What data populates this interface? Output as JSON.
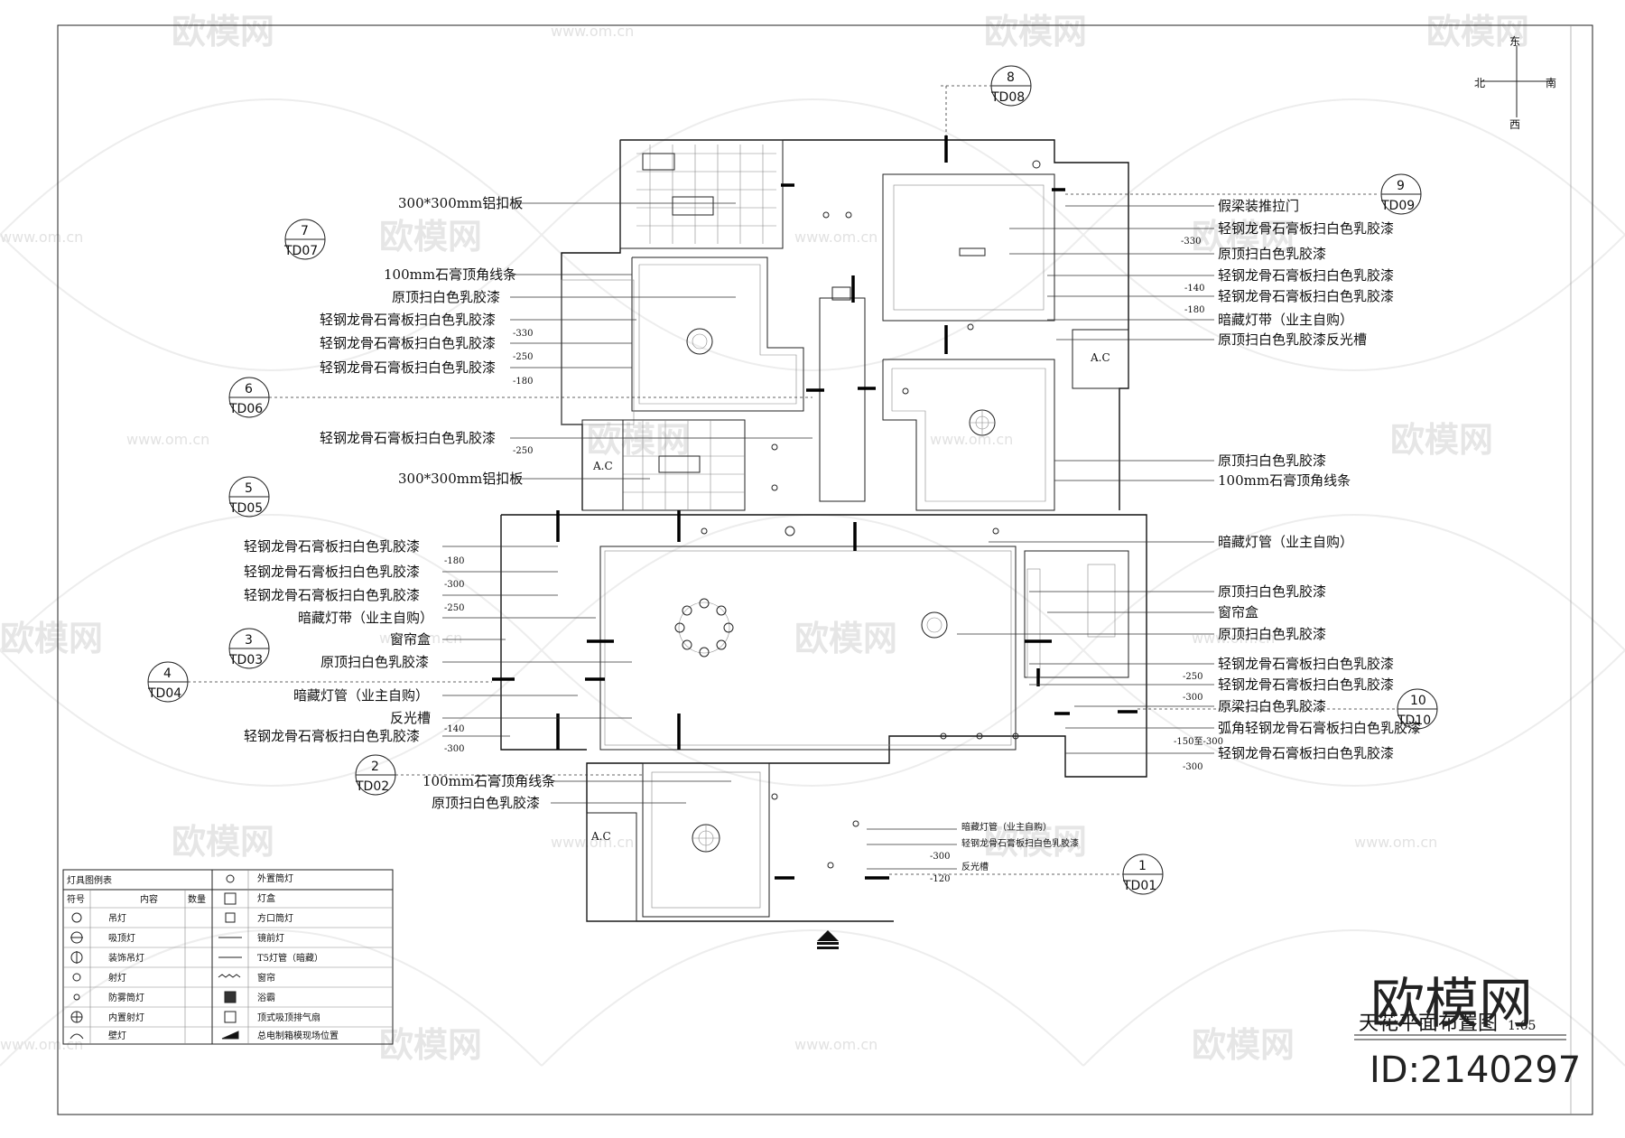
{
  "watermark": {
    "brand": "欧模网",
    "site": "www.om.cn"
  },
  "compass": {
    "north": "北",
    "south": "南",
    "east": "东",
    "west": "西"
  },
  "room_tags": {
    "ac_a": "A.C",
    "ac_b": "A.C",
    "ac_c": "A.C"
  },
  "section_markers": [
    {
      "num": "1",
      "code": "TD01"
    },
    {
      "num": "2",
      "code": "TD02"
    },
    {
      "num": "3",
      "code": "TD03"
    },
    {
      "num": "4",
      "code": "TD04"
    },
    {
      "num": "5",
      "code": "TD05"
    },
    {
      "num": "6",
      "code": "TD06"
    },
    {
      "num": "7",
      "code": "TD07"
    },
    {
      "num": "8",
      "code": "TD08"
    },
    {
      "num": "9",
      "code": "TD09"
    },
    {
      "num": "10",
      "code": "TD10"
    }
  ],
  "left_labels": [
    "300*300mm铝扣板",
    "100mm石膏顶角线条",
    "原顶扫白色乳胶漆",
    "轻钢龙骨石膏板扫白色乳胶漆",
    "轻钢龙骨石膏板扫白色乳胶漆",
    "轻钢龙骨石膏板扫白色乳胶漆",
    "轻钢龙骨石膏板扫白色乳胶漆",
    "300*300mm铝扣板",
    "轻钢龙骨石膏板扫白色乳胶漆",
    "轻钢龙骨石膏板扫白色乳胶漆",
    "轻钢龙骨石膏板扫白色乳胶漆",
    "暗藏灯带（业主自购）",
    "窗帘盒",
    "原顶扫白色乳胶漆",
    "暗藏灯管（业主自购）",
    "反光槽",
    "轻钢龙骨石膏板扫白色乳胶漆",
    "100mm石膏顶角线条",
    "原顶扫白色乳胶漆"
  ],
  "right_labels": [
    "假梁装推拉门",
    "轻钢龙骨石膏板扫白色乳胶漆",
    "原顶扫白色乳胶漆",
    "轻钢龙骨石膏板扫白色乳胶漆",
    "轻钢龙骨石膏板扫白色乳胶漆",
    "暗藏灯带（业主自购）",
    "原顶扫白色乳胶漆反光槽",
    "原顶扫白色乳胶漆",
    "100mm石膏顶角线条",
    "暗藏灯管（业主自购）",
    "原顶扫白色乳胶漆",
    "窗帘盒",
    "原顶扫白色乳胶漆",
    "轻钢龙骨石膏板扫白色乳胶漆",
    "轻钢龙骨石膏板扫白色乳胶漆",
    "原梁扫白色乳胶漆",
    "弧角轻钢龙骨石膏板扫白色乳胶漆",
    "轻钢龙骨石膏板扫白色乳胶漆"
  ],
  "bottom_labels": [
    "暗藏灯管（业主自购）",
    "轻钢龙骨石膏板扫白色乳胶漆",
    "反光槽"
  ],
  "dims_left": [
    "-330",
    "-250",
    "-180",
    "-250",
    "-180",
    "-300",
    "-250",
    "-140",
    "-300"
  ],
  "dims_right": [
    "-330",
    "-140",
    "-180",
    "-250",
    "-300",
    "-150至-300",
    "-300"
  ],
  "dims_bottom": [
    "-300",
    "-120"
  ],
  "legend": {
    "title": "灯具图例表",
    "header": {
      "symbol": "符号",
      "content": "内容",
      "qty": "数量"
    },
    "left_items": [
      "吊灯",
      "吸顶灯",
      "装饰吊灯",
      "射灯",
      "防雾筒灯",
      "内置射灯",
      "壁灯"
    ],
    "right_items": [
      "外置筒灯",
      "灯盒",
      "方口筒灯",
      "镜前灯",
      "T5灯管（暗藏）",
      "窗帘",
      "浴霸",
      "顶式吸顶排气扇",
      "总电制箱模现场位置"
    ]
  },
  "title_block": {
    "drawing_title": "天花平面布置图",
    "scale": "1:65"
  },
  "brand_stamp": {
    "name": "欧模网",
    "id": "ID:2140297"
  }
}
